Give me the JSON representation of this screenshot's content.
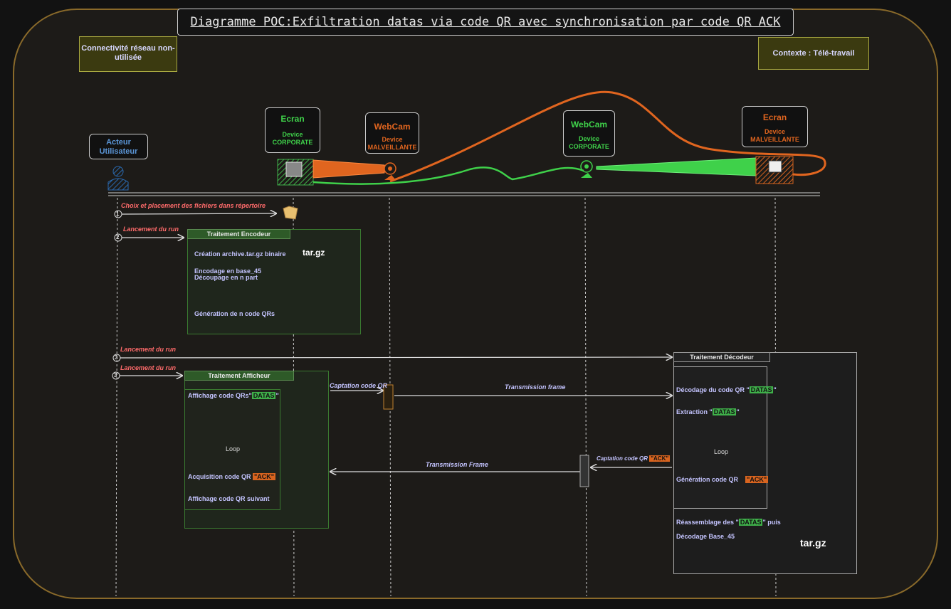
{
  "title": "Diagramme POC:Exfiltration datas via code QR avec synchronisation par code QR ACK",
  "notes": {
    "left": "Connectivité réseau non-utilisée",
    "right": "Contexte : Télé-travail"
  },
  "actors": {
    "user": "Acteur Utilisateur",
    "ecran1": {
      "title": "Ecran",
      "label": "Device",
      "owner": "CORPORATE"
    },
    "webcam1": {
      "title": "WebCam",
      "label": "Device",
      "owner": "MALVEILLANTE"
    },
    "webcam2": {
      "title": "WebCam",
      "label": "Device",
      "owner": "CORPORATE"
    },
    "ecran2": {
      "title": "Ecran",
      "label": "Device",
      "owner": "MALVEILLANTE"
    }
  },
  "messages": {
    "m1": "Choix et placement des fichiers dans répertoire",
    "m2": "Lancement du run",
    "m3": "Lancement du run",
    "m4": "Lancement du run",
    "captation1": "Captation code QR",
    "transmission1": "Transmission frame",
    "captation2": "Captation code QR",
    "captation2_tag": "\"ACK\"",
    "transmission2": "Transmission Frame"
  },
  "steps": {
    "s1": "1",
    "s2": "2",
    "s3": "3",
    "s4": "3"
  },
  "encoder": {
    "header": "Traitement Encodeur",
    "l1": "Création archive.tar.gz binaire",
    "l2": "Encodage en base_45",
    "l3": "Découpage en n part",
    "l4": "Génération de n code QRs",
    "archive_label": "tar.gz"
  },
  "display": {
    "header": "Traitement Afficheur",
    "l1": "Affichage code QRs\"",
    "l1_tag": "DATAS",
    "l1_end": "\"",
    "loop": "Loop",
    "l2": "Acquisition code QR ",
    "l2_tag": "\"ACK\"",
    "l3": "Affichage code QR suivant"
  },
  "decoder": {
    "header": "Traitement Décodeur",
    "l1": "Décodage du code QR \"",
    "l1_tag": "DATAS",
    "l1_end": "\"",
    "l2": "Extraction \"",
    "l2_tag": "DATAS",
    "l2_end": "\"",
    "loop": "Loop",
    "l3": "Génération  code QR",
    "l3_tag": "\"ACK\"",
    "l4": "Réassemblage des \"",
    "l4_tag": "DATAS",
    "l4_end": "\" puis",
    "l5": "Décodage Base_45",
    "archive_label": "tar.gz"
  },
  "colors": {
    "green": "#3fd14a",
    "orange": "#e0651f",
    "blue": "#5b96d8",
    "frame": "#8a6a2a"
  }
}
